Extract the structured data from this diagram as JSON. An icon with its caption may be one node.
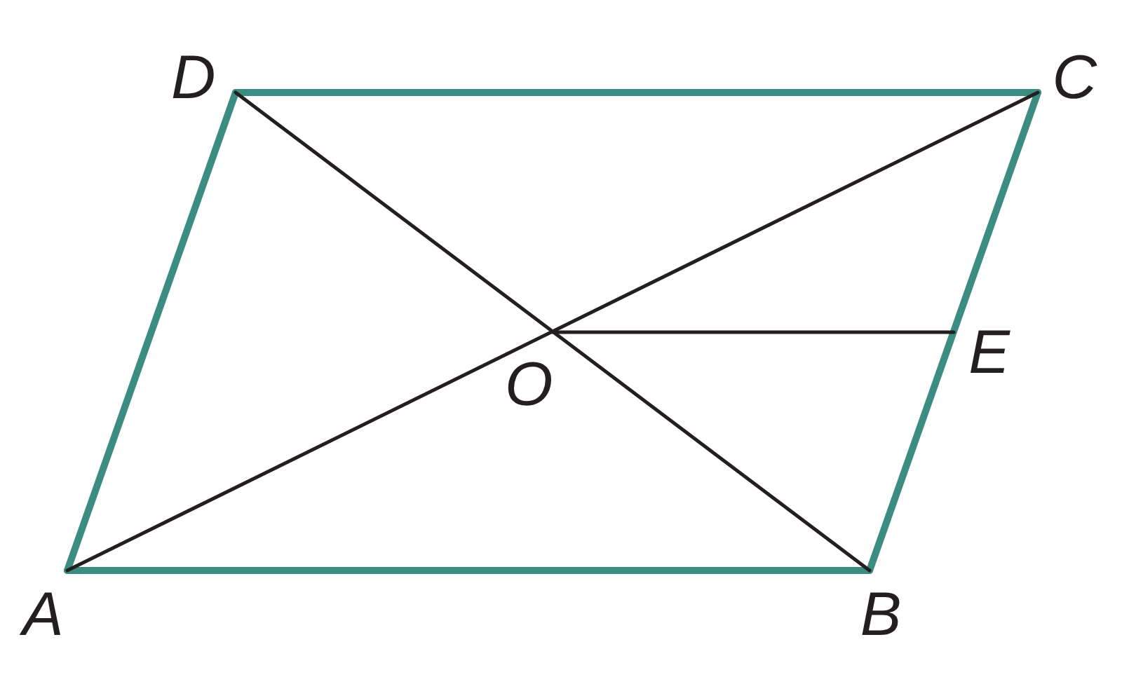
{
  "diagram": {
    "nodes": [
      {
        "text": [
          "D"
        ]
      },
      {
        "text": [
          "C"
        ]
      },
      {
        "text": [
          "O"
        ]
      },
      {
        "text": [
          "E"
        ]
      },
      {
        "text": [
          "A"
        ]
      },
      {
        "text": [
          "B"
        ]
      }
    ],
    "edges": [
      {
        "from": 4,
        "to": 5,
        "arrow": "none"
      },
      {
        "from": 5,
        "to": 1,
        "arrow": "none"
      },
      {
        "from": 1,
        "to": 0,
        "arrow": "none"
      },
      {
        "from": 0,
        "to": 4,
        "arrow": "none"
      },
      {
        "from": 4,
        "to": 1,
        "arrow": "none",
        "color": "#231f20"
      },
      {
        "from": 5,
        "to": 0,
        "arrow": "none",
        "color": "#231f20"
      },
      {
        "from": 2,
        "to": 3,
        "arrow": "none",
        "color": "#231f20"
      }
    ]
  }
}
